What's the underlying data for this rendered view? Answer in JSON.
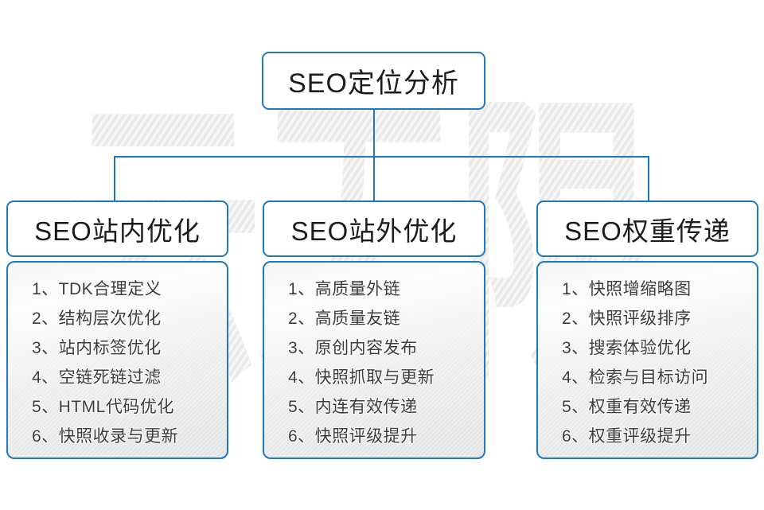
{
  "root": {
    "label": "SEO定位分析"
  },
  "watermark": {
    "text": "云无限"
  },
  "colors": {
    "accent": "#1e78c2"
  },
  "columns": [
    {
      "header": "SEO站内优化",
      "items": [
        "1、TDK合理定义",
        "2、结构层次优化",
        "3、站内标签优化",
        "4、空链死链过滤",
        "5、HTML代码优化",
        "6、快照收录与更新"
      ]
    },
    {
      "header": "SEO站外优化",
      "items": [
        "1、高质量外链",
        "2、高质量友链",
        "3、原创内容发布",
        "4、快照抓取与更新",
        "5、内连有效传递",
        "6、快照评级提升"
      ]
    },
    {
      "header": "SEO权重传递",
      "items": [
        "1、快照增缩略图",
        "2、快照评级排序",
        "3、搜索体验优化",
        "4、检索与目标访问",
        "5、权重有效传递",
        "6、权重评级提升"
      ]
    }
  ]
}
